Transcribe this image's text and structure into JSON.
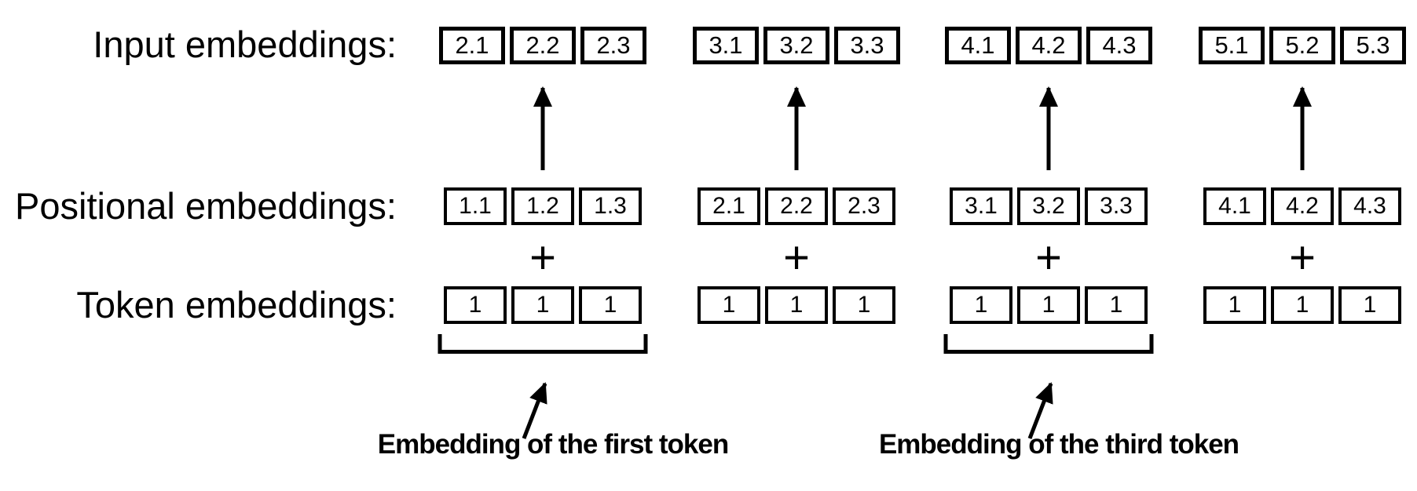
{
  "diagram": {
    "colors": {
      "ink": "#000000",
      "background": "#ffffff"
    },
    "plus_operator": "+",
    "rows": [
      {
        "label": "Input embeddings:",
        "groups": [
          [
            "2.1",
            "2.2",
            "2.3"
          ],
          [
            "3.1",
            "3.2",
            "3.3"
          ],
          [
            "4.1",
            "4.2",
            "4.3"
          ],
          [
            "5.1",
            "5.2",
            "5.3"
          ]
        ]
      },
      {
        "label": "Positional embeddings:",
        "groups": [
          [
            "1.1",
            "1.2",
            "1.3"
          ],
          [
            "2.1",
            "2.2",
            "2.3"
          ],
          [
            "3.1",
            "3.2",
            "3.3"
          ],
          [
            "4.1",
            "4.2",
            "4.3"
          ]
        ]
      },
      {
        "label": "Token embeddings:",
        "groups": [
          [
            "1",
            "1",
            "1"
          ],
          [
            "1",
            "1",
            "1"
          ],
          [
            "1",
            "1",
            "1"
          ],
          [
            "1",
            "1",
            "1"
          ]
        ]
      }
    ],
    "annotations": [
      "Embedding of the first token",
      "Embedding of the third token"
    ]
  }
}
